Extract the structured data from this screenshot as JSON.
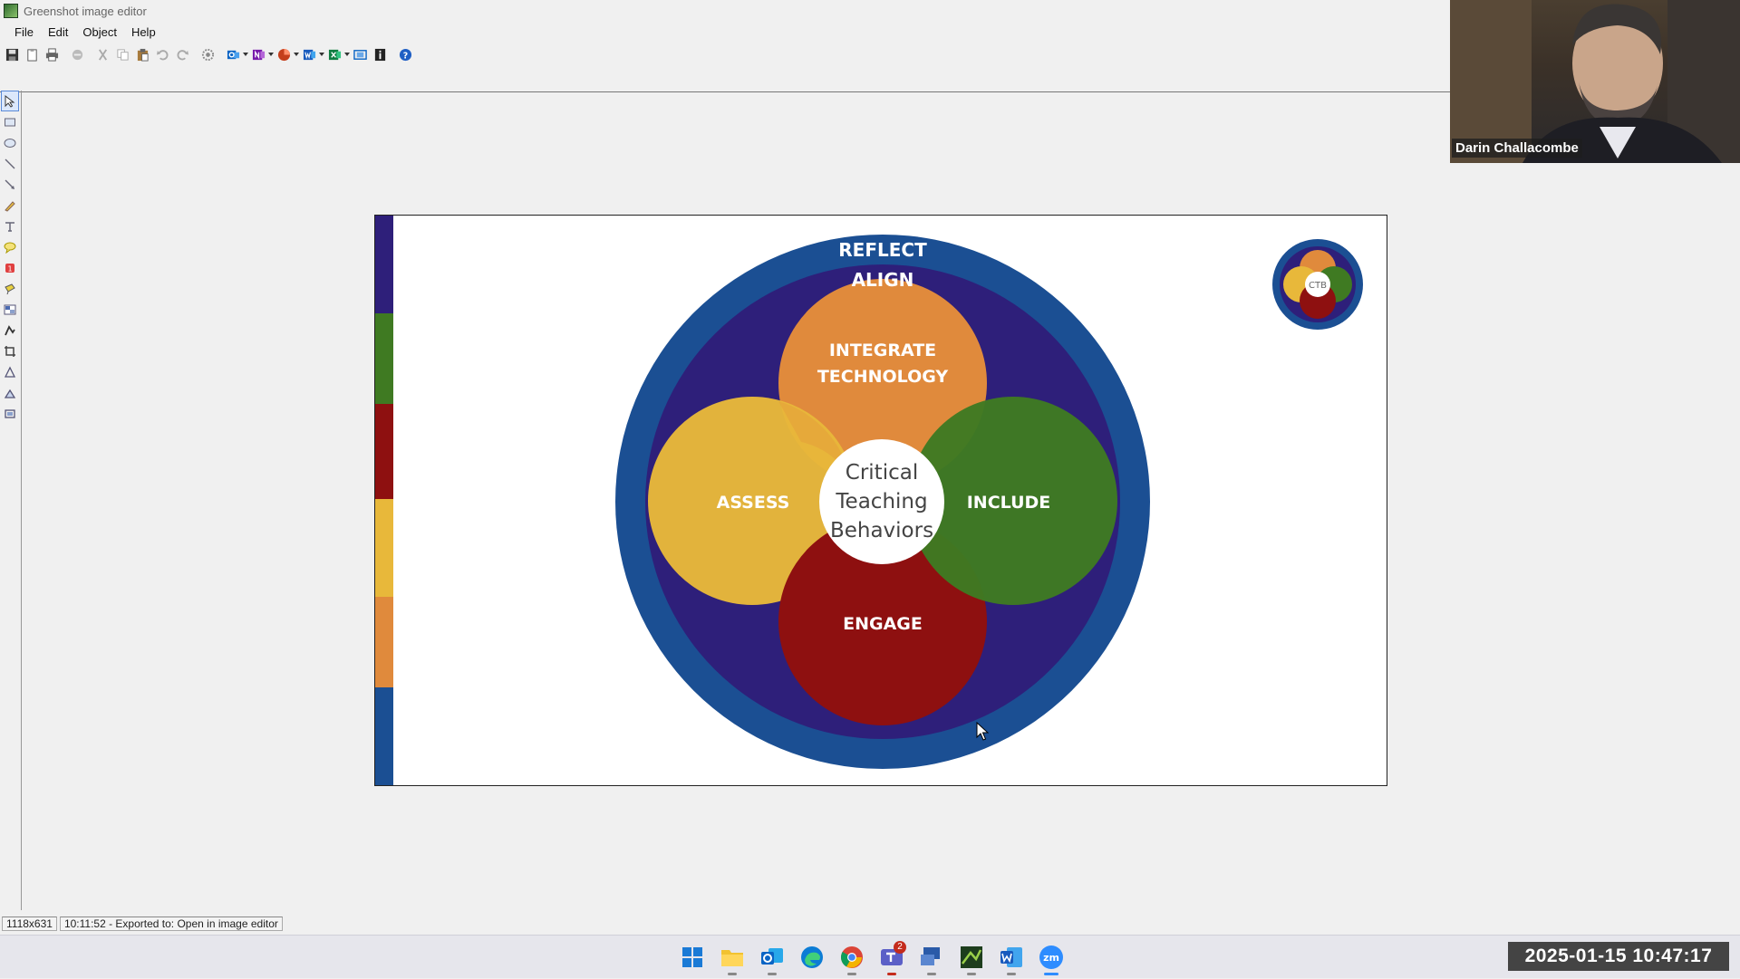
{
  "window": {
    "title": "Greenshot image editor"
  },
  "menu": {
    "items": [
      "File",
      "Edit",
      "Object",
      "Help"
    ]
  },
  "slide": {
    "center_line1": "Critical",
    "center_line2": "Teaching",
    "center_line3": "Behaviors",
    "outer_ring_label": "REFLECT",
    "inner_ring_label": "ALIGN",
    "top_circle_line1": "INTEGRATE",
    "top_circle_line2": "TECHNOLOGY",
    "left_circle_label": "ASSESS",
    "right_circle_label": "INCLUDE",
    "bottom_circle_label": "ENGAGE",
    "logo_text": "CTB",
    "colors": {
      "outer_ring": "#1b4f93",
      "inner_ring": "#2e1f7a",
      "orange": "#e08a3c",
      "yellow": "#e8b83a",
      "green": "#3f7a22",
      "red": "#8e1010"
    }
  },
  "status": {
    "size": "1118x631",
    "message": "10:11:52 - Exported to: Open in image editor"
  },
  "webcam": {
    "participant_name": "Darin Challacombe"
  },
  "overlay": {
    "timestamp": "2025-01-15  10:47:17"
  },
  "taskbar": {
    "teams_badge": "2",
    "zoom_label": "zm"
  }
}
